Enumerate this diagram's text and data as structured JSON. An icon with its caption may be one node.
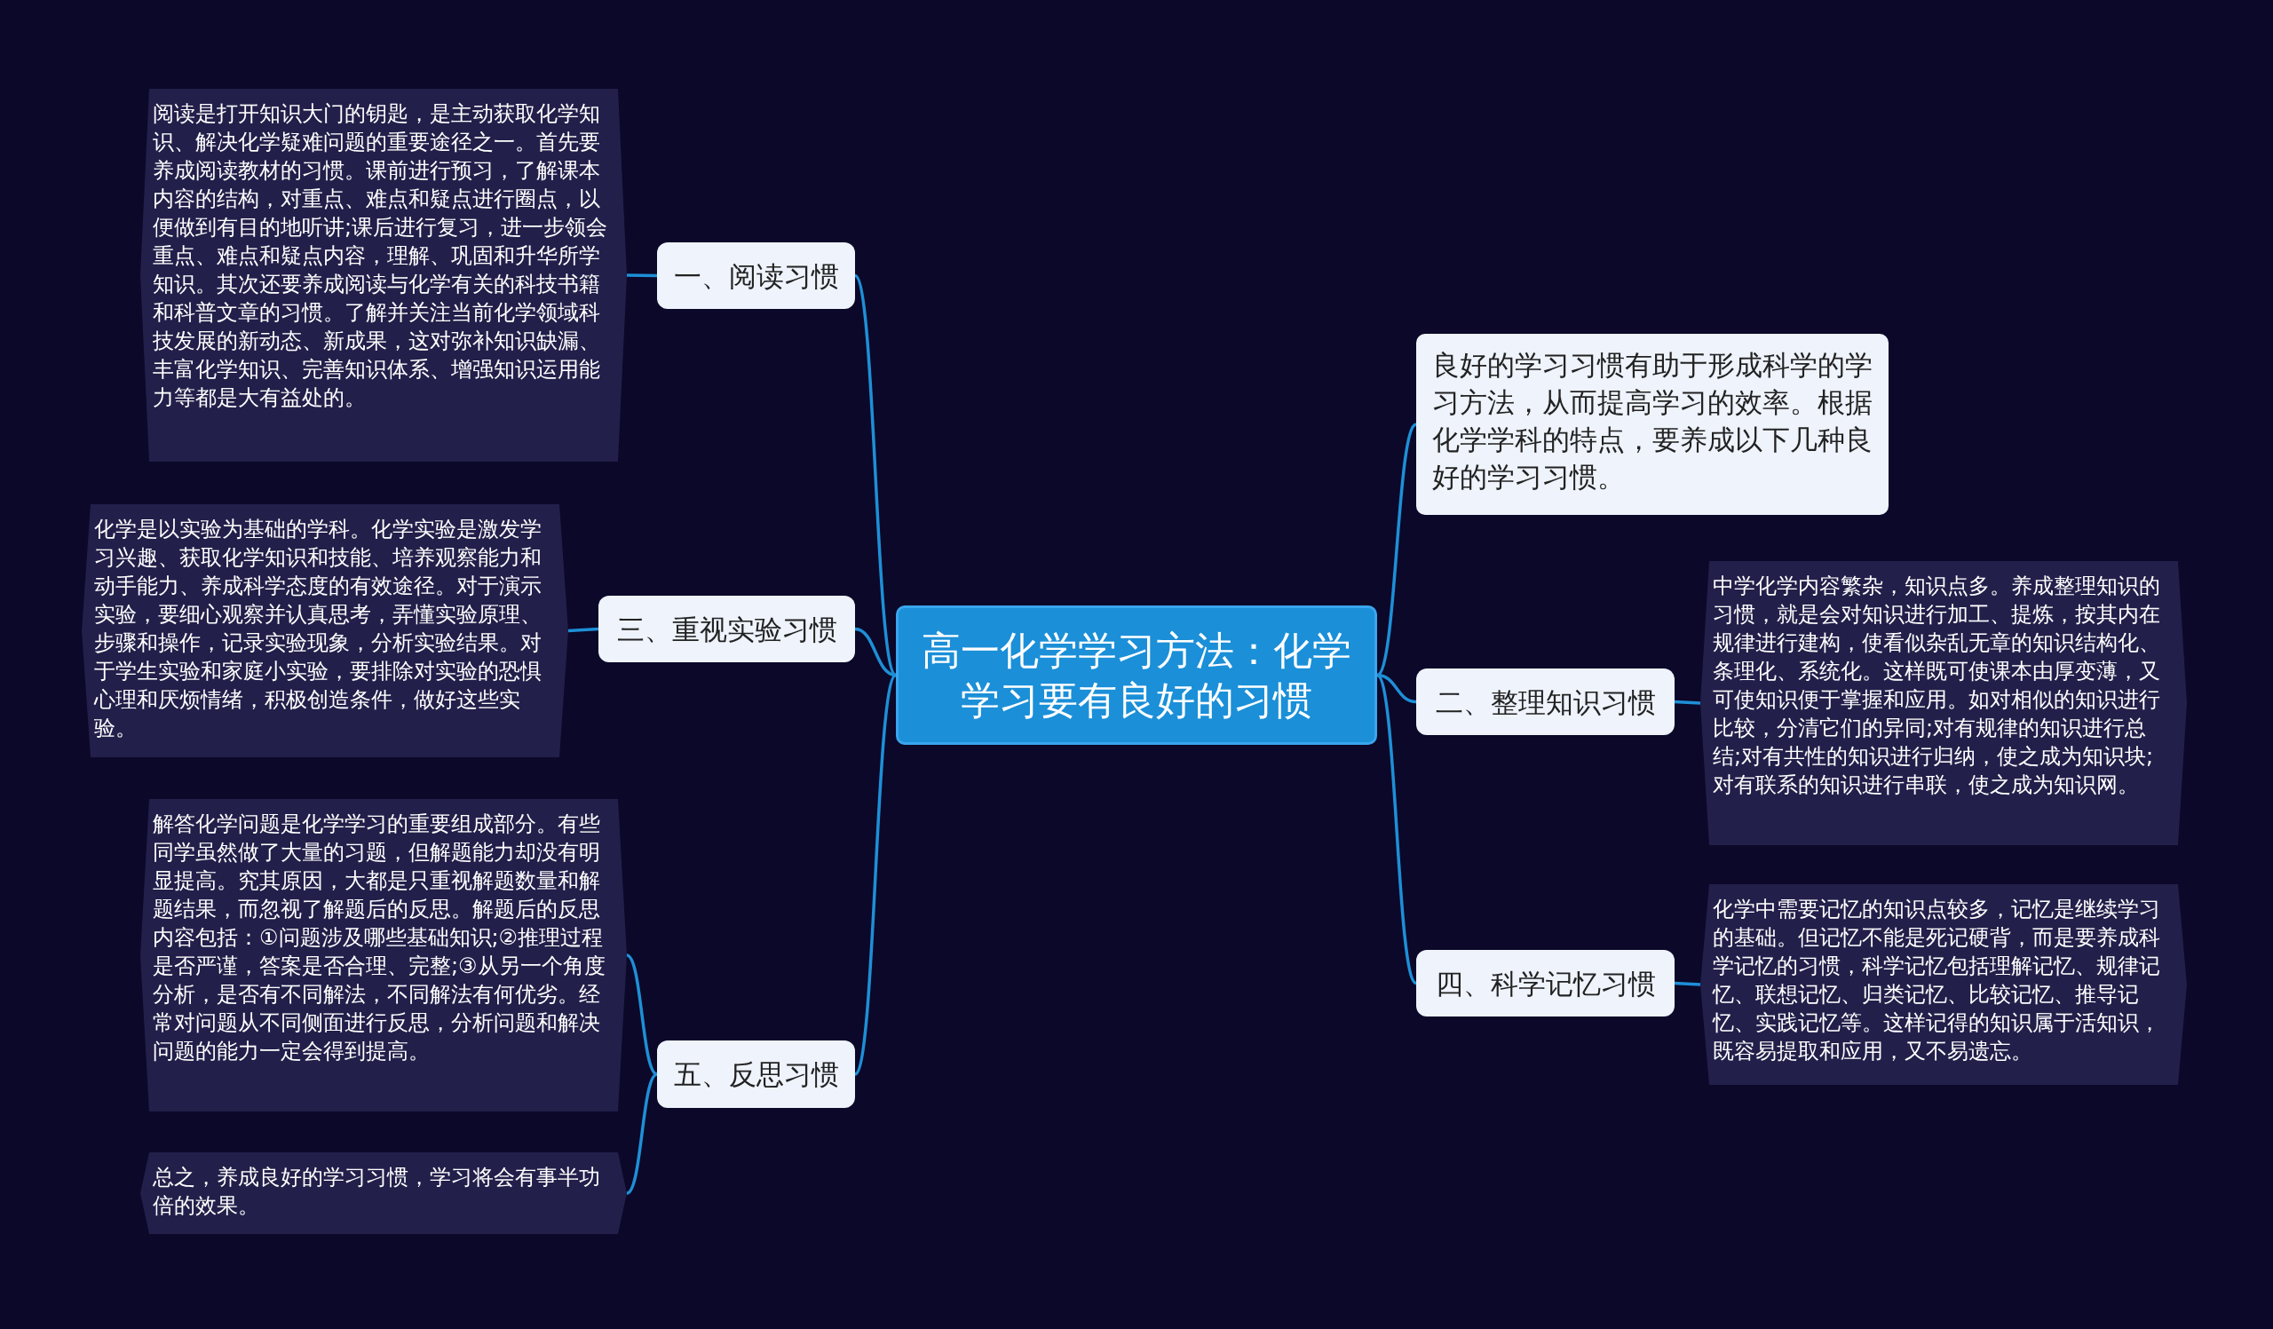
{
  "diagram": {
    "nodes": [
      {
        "text": [
          "高一化学学习方法：化学学习要有良好的习惯"
        ]
      },
      {
        "text": [
          "一、阅读习惯"
        ]
      },
      {
        "text": [
          "阅读是打开知识大门的钥匙，是主动获取化学知识、解决化学疑难问题的重要途径之一。首先要养成阅读教材的习惯。课前进行预习，了解课本内容的结构，对重点、难点和疑点进行圈点，以便做到有目的地听讲;课后进行复习，进一步领会重点、难点和疑点内容，理解、巩固和升华所学知识。其次还要养成阅读与化学有关的科技书籍和科普文章的习惯。了解并关注当前化学领域科技发展的新动态、新成果，这对弥补知识缺漏、丰富化学知识、完善知识体系、增强知识运用能力等都是大有益处的。"
        ]
      },
      {
        "text": [
          "三、重视实验习惯"
        ]
      },
      {
        "text": [
          "化学是以实验为基础的学科。化学实验是激发学习兴趣、获取化学知识和技能、培养观察能力和动手能力、养成科学态度的有效途径。对于演示实验，要细心观察并认真思考，弄懂实验原理、步骤和操作，记录实验现象，分析实验结果。对于学生实验和家庭小实验，要排除对实验的恐惧心理和厌烦情绪，积极创造条件，做好这些实验。"
        ]
      },
      {
        "text": [
          "五、反思习惯"
        ]
      },
      {
        "text": [
          "解答化学问题是化学学习的重要组成部分。有些同学虽然做了大量的习题，但解题能力却没有明显提高。究其原因，大都是只重视解题数量和解题结果，而忽视了解题后的反思。解题后的反思内容包括：①问题涉及哪些基础知识;②推理过程是否严谨，答案是否合理、完整;③从另一个角度分析，是否有不同解法，不同解法有何优劣。经常对问题从不同侧面进行反思，分析问题和解决问题的能力一定会得到提高。"
        ]
      },
      {
        "text": [
          "总之，养成良好的学习习惯，学习将会有事半功倍的效果。"
        ]
      },
      {
        "text": [
          "良好的学习习惯有助于形成科学的学习方法，从而提高学习的效率。根据化学学科的特点，要养成以下几种良好的学习习惯。"
        ]
      },
      {
        "text": [
          "二、整理知识习惯"
        ]
      },
      {
        "text": [
          "中学化学内容繁杂，知识点多。养成整理知识的习惯，就是会对知识进行加工、提炼，按其内在规律进行建构，使看似杂乱无章的知识结构化、条理化、系统化。这样既可使课本由厚变薄，又可使知识便于掌握和应用。如对相似的知识进行比较，分清它们的异同;对有规律的知识进行总结;对有共性的知识进行归纳，使之成为知识块;对有联系的知识进行串联，使之成为知识网。"
        ]
      },
      {
        "text": [
          "四、科学记忆习惯"
        ]
      },
      {
        "text": [
          "化学中需要记忆的知识点较多，记忆是继续学习的基础。但记忆不能是死记硬背，而是要养成科学记忆的习惯，科学记忆包括理解记忆、规律记忆、联想记忆、归类记忆、比较记忆、推导记忆、实践记忆等。这样记得的知识属于活知识，既容易提取和应用，又不易遗忘。"
        ]
      }
    ],
    "edges": [
      {
        "from": 0,
        "to": 1,
        "arrow": "none"
      },
      {
        "from": 1,
        "to": 2,
        "arrow": "none"
      },
      {
        "from": 0,
        "to": 3,
        "arrow": "none"
      },
      {
        "from": 3,
        "to": 4,
        "arrow": "none"
      },
      {
        "from": 0,
        "to": 5,
        "arrow": "none"
      },
      {
        "from": 5,
        "to": 6,
        "arrow": "none"
      },
      {
        "from": 5,
        "to": 7,
        "arrow": "none"
      },
      {
        "from": 0,
        "to": 8,
        "arrow": "none"
      },
      {
        "from": 0,
        "to": 9,
        "arrow": "none"
      },
      {
        "from": 9,
        "to": 10,
        "arrow": "none"
      },
      {
        "from": 0,
        "to": 11,
        "arrow": "none"
      },
      {
        "from": 11,
        "to": 12,
        "arrow": "none"
      }
    ]
  }
}
